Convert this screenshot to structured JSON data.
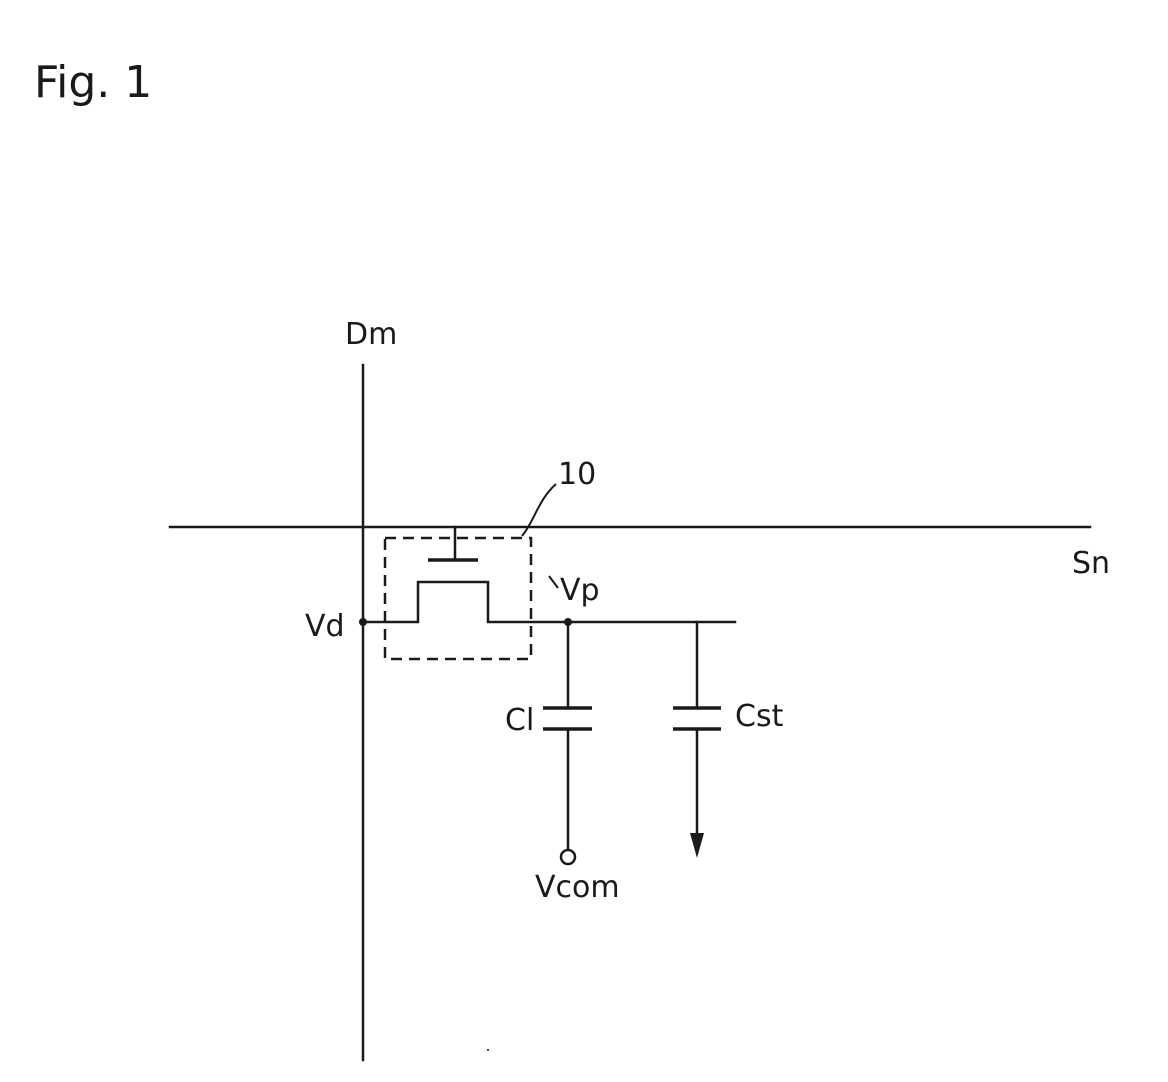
{
  "figure": {
    "title": "Fig. 1"
  },
  "labels": {
    "data_line": "Dm",
    "scan_line": "Sn",
    "tft_ref": "10",
    "pixel_voltage": "Vp",
    "data_voltage": "Vd",
    "lc_capacitor": "Cl",
    "storage_capacitor": "Cst",
    "common_voltage": "Vcom"
  }
}
